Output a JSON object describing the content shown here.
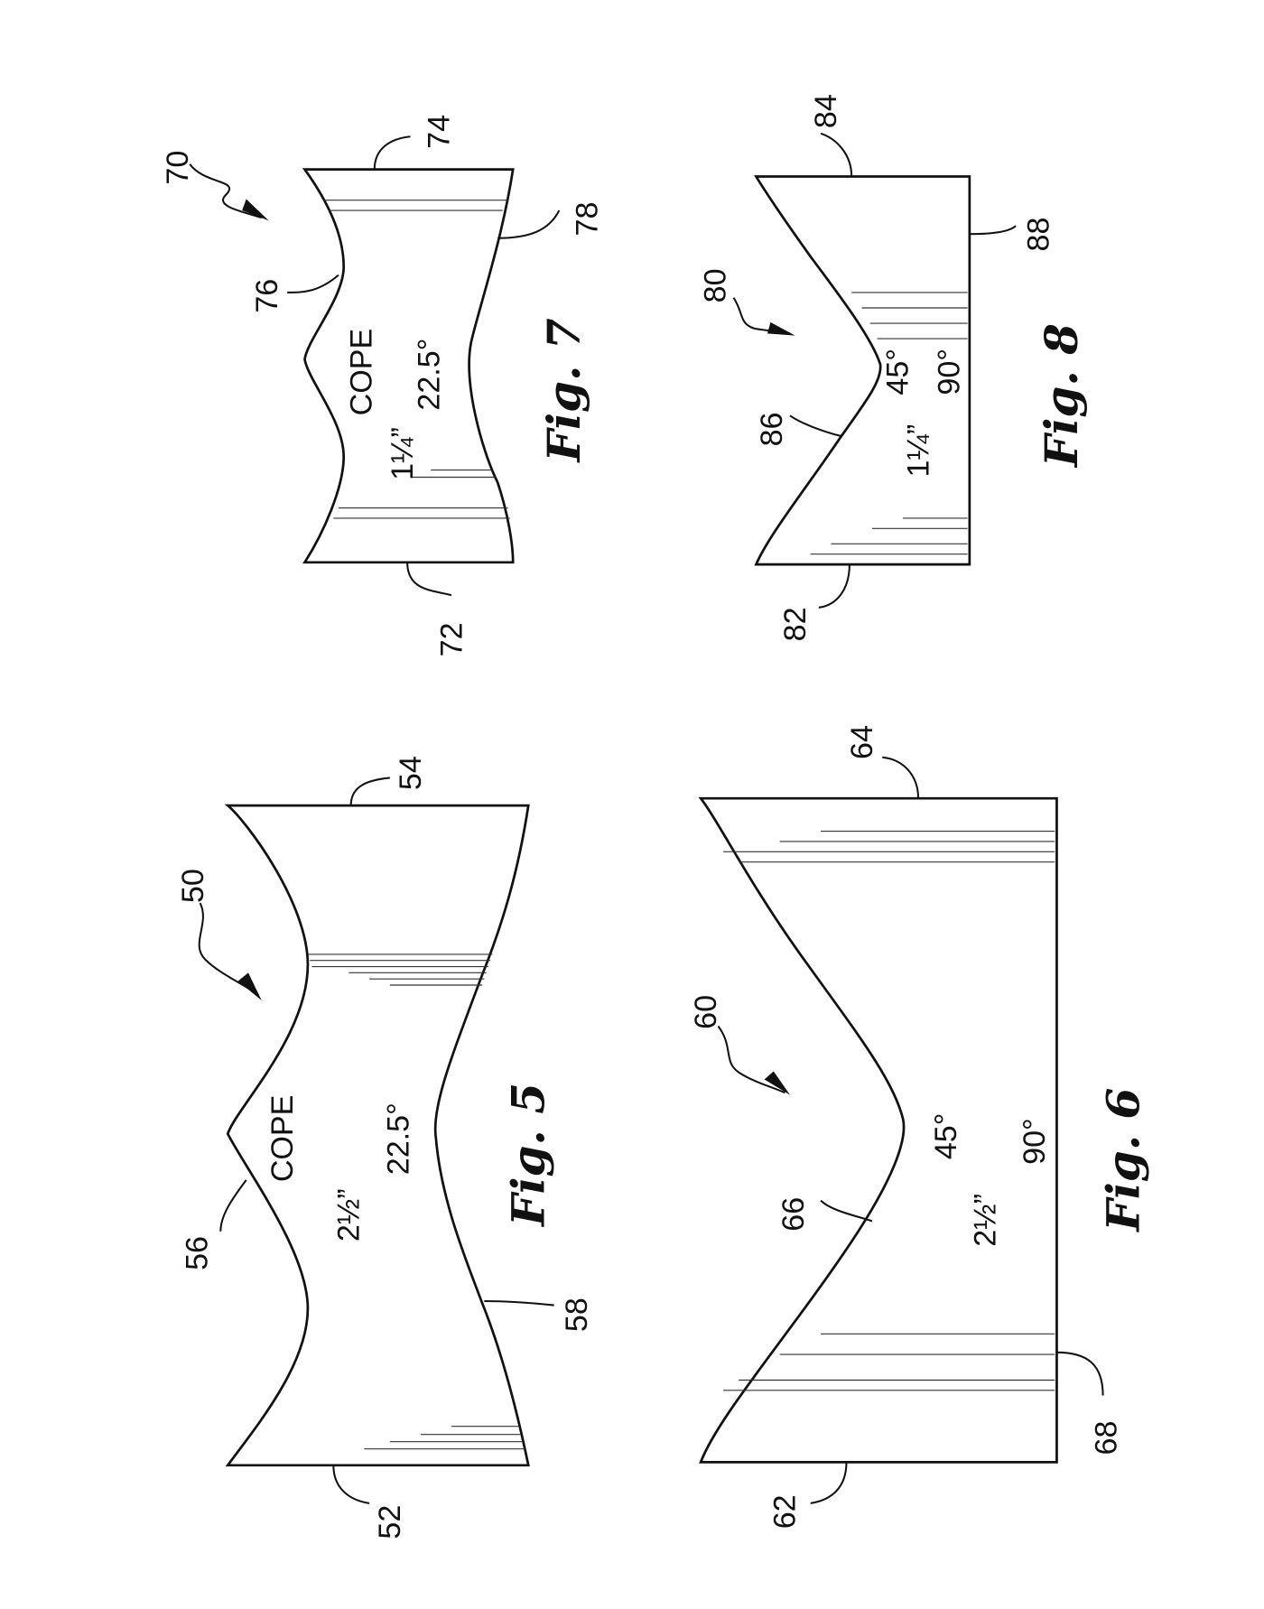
{
  "figures": [
    {
      "label": "Fig. 5",
      "ref": "50",
      "edges": [
        "52",
        "54",
        "56",
        "58"
      ],
      "notes": [
        "COPE",
        "2½”",
        "22.5°"
      ]
    },
    {
      "label": "Fig. 6",
      "ref": "60",
      "edges": [
        "62",
        "64",
        "66",
        "68"
      ],
      "notes": [
        "2½”",
        "45°",
        "90°"
      ]
    },
    {
      "label": "Fig. 7",
      "ref": "70",
      "edges": [
        "72",
        "74",
        "76",
        "78"
      ],
      "notes": [
        "COPE",
        "1¼”",
        "22.5°"
      ]
    },
    {
      "label": "Fig. 8",
      "ref": "80",
      "edges": [
        "82",
        "84",
        "86",
        "88"
      ],
      "notes": [
        "1¼”",
        "45°",
        "90°"
      ]
    }
  ]
}
